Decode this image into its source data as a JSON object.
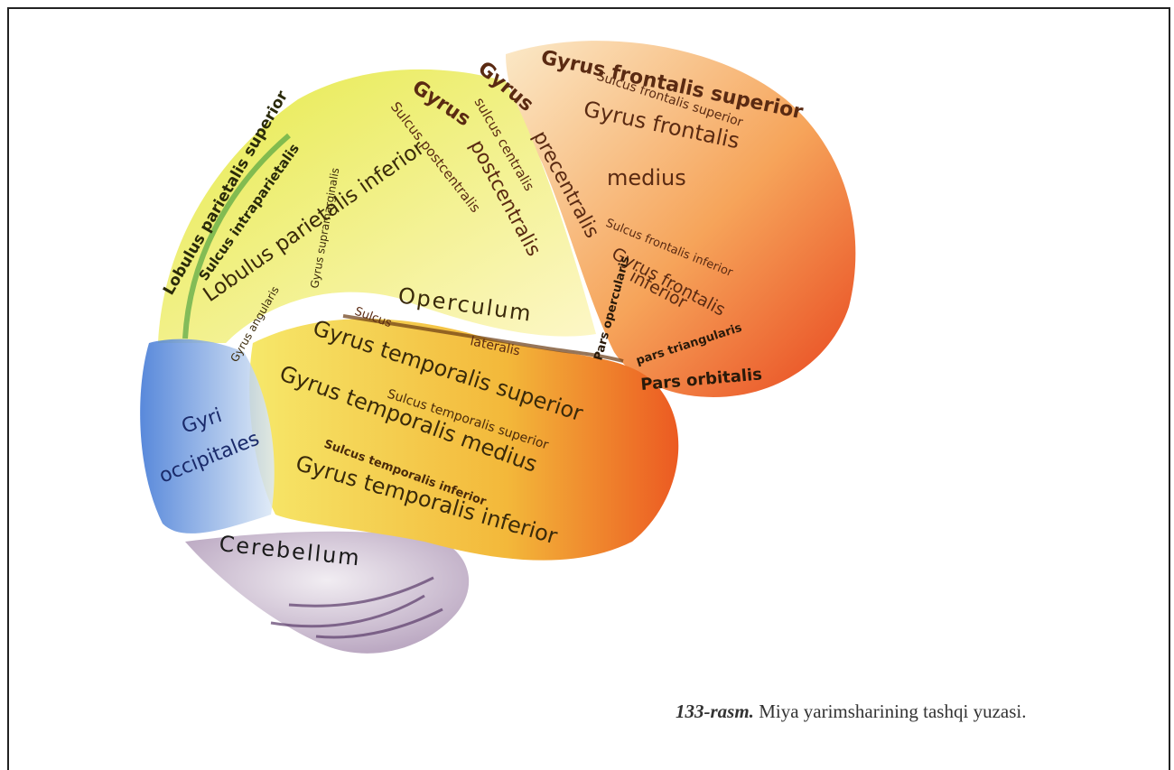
{
  "labels": {
    "gyrus_frontalis_superior": "Gyrus frontalis superior",
    "sulcus_frontalis_superior": "Sulcus frontalis superior",
    "gyrus_frontalis": "Gyrus frontalis",
    "medius_frontal": "medius",
    "gyrus_precentral_word": "Gyrus",
    "precentralis": "precentralis",
    "sulcus_centralis": "sulcus centralis",
    "gyrus_postcentral_word": "Gyrus",
    "postcentralis": "postcentralis",
    "sulcus_postcentralis": "Sulcus postcentralis",
    "lobulus_parietalis_superior": "Lobulus parietalis superior",
    "sulcus_intraparietalis": "Sulcus intraparietalis",
    "lobulus_parietalis_inferior": "Lobulus parietalis inferior",
    "gyrus_supramarginalis": "Gyrus supramarginalis",
    "gyrus_angularis": "Gyrus angularis",
    "operculum": "Operculum",
    "sulcus_word": "Sulcus",
    "lateralis": "lateralis",
    "sulcus_frontalis_inferior": "Sulcus frontalis inferior",
    "gyrus_frontalis_inferior_a": "Gyrus frontalis",
    "gyrus_frontalis_inferior_b": "inferior",
    "pars_opercularis": "Pars opercularis",
    "pars_triangularis": "pars triangularis",
    "pars_orbitalis": "Pars orbitalis",
    "gyrus_temporalis_superior": "Gyrus temporalis superior",
    "sulcus_temporalis_superior": "Sulcus temporalis superior",
    "gyrus_temporalis_medius": "Gyrus temporalis medius",
    "sulcus_temporalis_inferior": "Sulcus temporalis inferior",
    "gyrus_temporalis_inferior": "Gyrus temporalis inferior",
    "gyri_occipitales_a": "Gyri",
    "gyri_occipitales_b": "occipitales",
    "cerebellum": "Cerebellum"
  },
  "caption": {
    "number": "133-rasm.",
    "text": " Miya yarimsharining tashqi yuzasi."
  },
  "colors": {
    "frontal": "#f0582a",
    "parietal": "#f3e65a",
    "temporal": "#f5c23a",
    "occipital": "#4a7fd6",
    "cerebellum": "#7a5a8a",
    "label_dark": "#2a1a0a",
    "label_brown": "#5a2a12"
  }
}
